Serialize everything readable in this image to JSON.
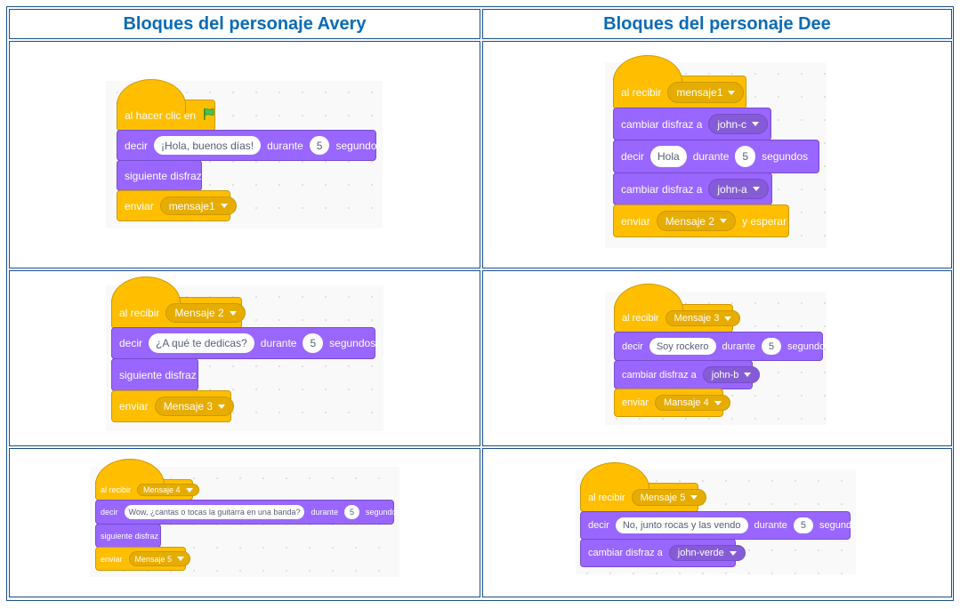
{
  "headers": {
    "avery": "Bloques del personaje Avery",
    "dee": "Bloques del personaje Dee"
  },
  "colors": {
    "border": "#1b4e8a",
    "header_text": "#0c6bb5",
    "events": "#ffbf00",
    "looks": "#9966ff"
  },
  "avery": {
    "s1": {
      "hat": "al hacer clic en",
      "flag_icon": "green-flag-icon",
      "say_label": "decir",
      "say_text": "¡Hola, buenos días!",
      "say_during": "durante",
      "say_secs": "5",
      "say_unit": "segundos",
      "next_costume": "siguiente disfraz",
      "send_label": "enviar",
      "send_msg": "mensaje1"
    },
    "s2": {
      "hat": "al recibir",
      "hat_msg": "Mensaje 2",
      "say_label": "decir",
      "say_text": "¿A qué te dedicas?",
      "say_during": "durante",
      "say_secs": "5",
      "say_unit": "segundos",
      "next_costume": "siguiente disfraz",
      "send_label": "enviar",
      "send_msg": "Mensaje 3"
    },
    "s3": {
      "hat": "al recibir",
      "hat_msg": "Mensaje 4",
      "say_label": "decir",
      "say_text": "Wow, ¿cantas o tocas la guitarra en una banda?",
      "say_during": "durante",
      "say_secs": "5",
      "say_unit": "segundos",
      "next_costume": "siguiente disfraz",
      "send_label": "enviar",
      "send_msg": "Mensaje 5"
    }
  },
  "dee": {
    "s1": {
      "hat": "al recibir",
      "hat_msg": "mensaje1",
      "costume1_label": "cambiar disfraz a",
      "costume1": "john-c",
      "say_label": "decir",
      "say_text": "Hola",
      "say_during": "durante",
      "say_secs": "5",
      "say_unit": "segundos",
      "costume2_label": "cambiar disfraz a",
      "costume2": "john-a",
      "send_label": "enviar",
      "send_msg": "Mensaje 2",
      "send_wait": "y esperar"
    },
    "s2": {
      "hat": "al recibir",
      "hat_msg": "Mensaje 3",
      "say_label": "decir",
      "say_text": "Soy rockero",
      "say_during": "durante",
      "say_secs": "5",
      "say_unit": "segundos",
      "costume_label": "cambiar disfraz a",
      "costume": "john-b",
      "send_label": "enviar",
      "send_msg": "Mansaje 4"
    },
    "s3": {
      "hat": "al recibir",
      "hat_msg": "Mensaje 5",
      "say_label": "decir",
      "say_text": "No, junto rocas y las vendo",
      "say_during": "durante",
      "say_secs": "5",
      "say_unit": "segundos",
      "costume_label": "cambiar disfraz a",
      "costume": "john-verde"
    }
  }
}
